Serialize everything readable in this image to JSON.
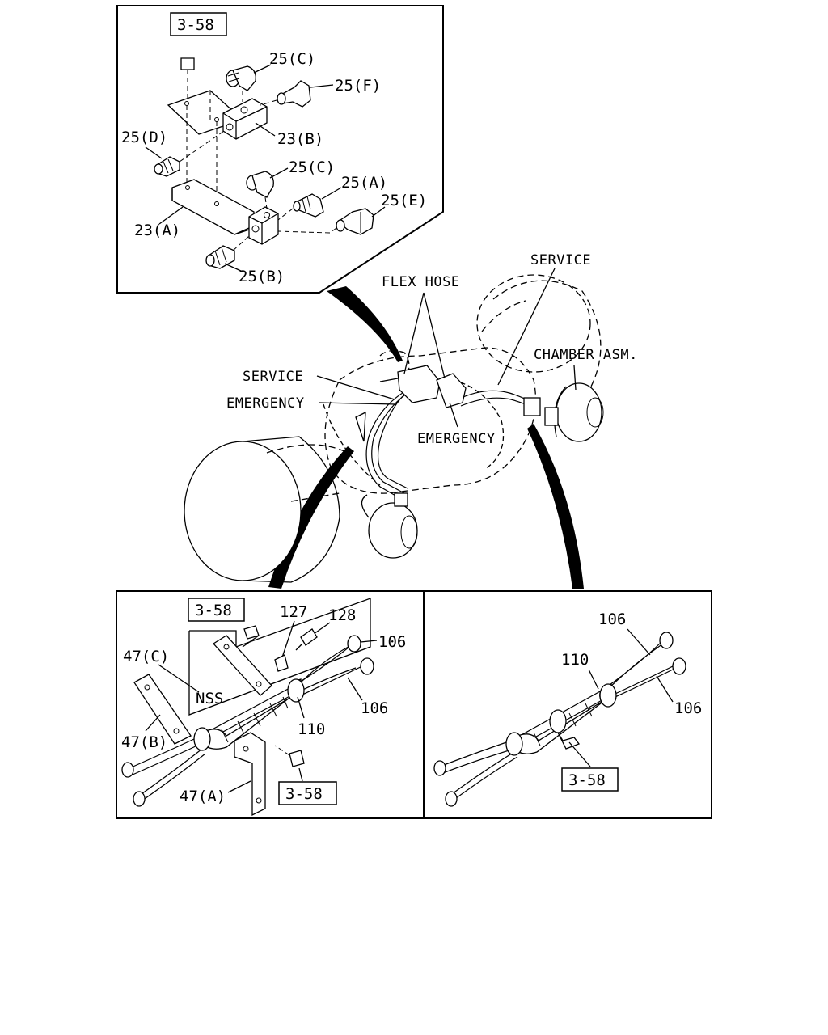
{
  "top_panel": {
    "ref_box": "3-58",
    "labels": {
      "p25c_1": "25(C)",
      "p25f": "25(F)",
      "p25d": "25(D)",
      "p23b": "23(B)",
      "p25c_2": "25(C)",
      "p25a": "25(A)",
      "p25e": "25(E)",
      "p23a": "23(A)",
      "p25b": "25(B)"
    }
  },
  "middle": {
    "labels": {
      "service_top": "SERVICE",
      "flex_hose": "FLEX HOSE",
      "chamber": "CHAMBER ASM.",
      "service_left": "SERVICE",
      "emergency_left": "EMERGENCY",
      "emergency_mid": "EMERGENCY"
    }
  },
  "bottom_left": {
    "ref_box_1": "3-58",
    "ref_box_2": "3-58",
    "labels": {
      "p127": "127",
      "p128": "128",
      "p106_1": "106",
      "p47c": "47(C)",
      "nss": "NSS",
      "p106_2": "106",
      "p110": "110",
      "p47b": "47(B)",
      "p47a": "47(A)"
    }
  },
  "bottom_right": {
    "ref_box": "3-58",
    "labels": {
      "p106_1": "106",
      "p110": "110",
      "p106_2": "106"
    }
  }
}
